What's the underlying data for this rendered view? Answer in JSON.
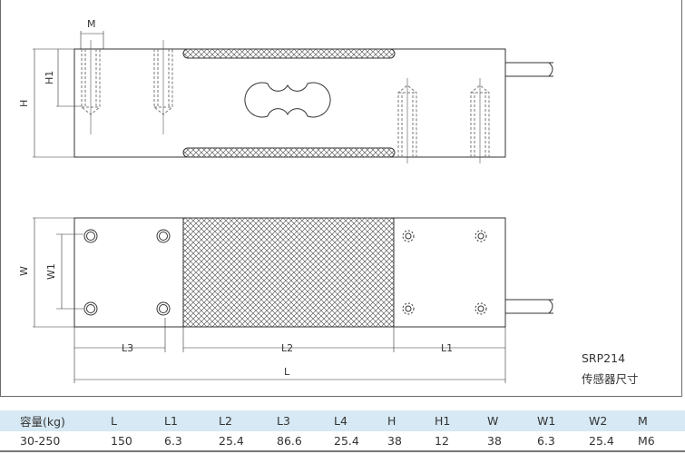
{
  "drawing": {
    "model": "SRP214",
    "caption": "传感器尺寸",
    "dim_labels": {
      "M": "M",
      "H": "H",
      "H1": "H1",
      "W": "W",
      "W1": "W1",
      "L": "L",
      "L1": "L1",
      "L2": "L2",
      "L3": "L3"
    }
  },
  "table": {
    "headers": [
      "容量(kg)",
      "L",
      "L1",
      "L2",
      "L3",
      "L4",
      "H",
      "H1",
      "W",
      "W1",
      "W2",
      "M"
    ],
    "rows": [
      [
        "30-250",
        "150",
        "6.3",
        "25.4",
        "86.6",
        "25.4",
        "38",
        "12",
        "38",
        "6.3",
        "25.4",
        "M6"
      ]
    ]
  }
}
